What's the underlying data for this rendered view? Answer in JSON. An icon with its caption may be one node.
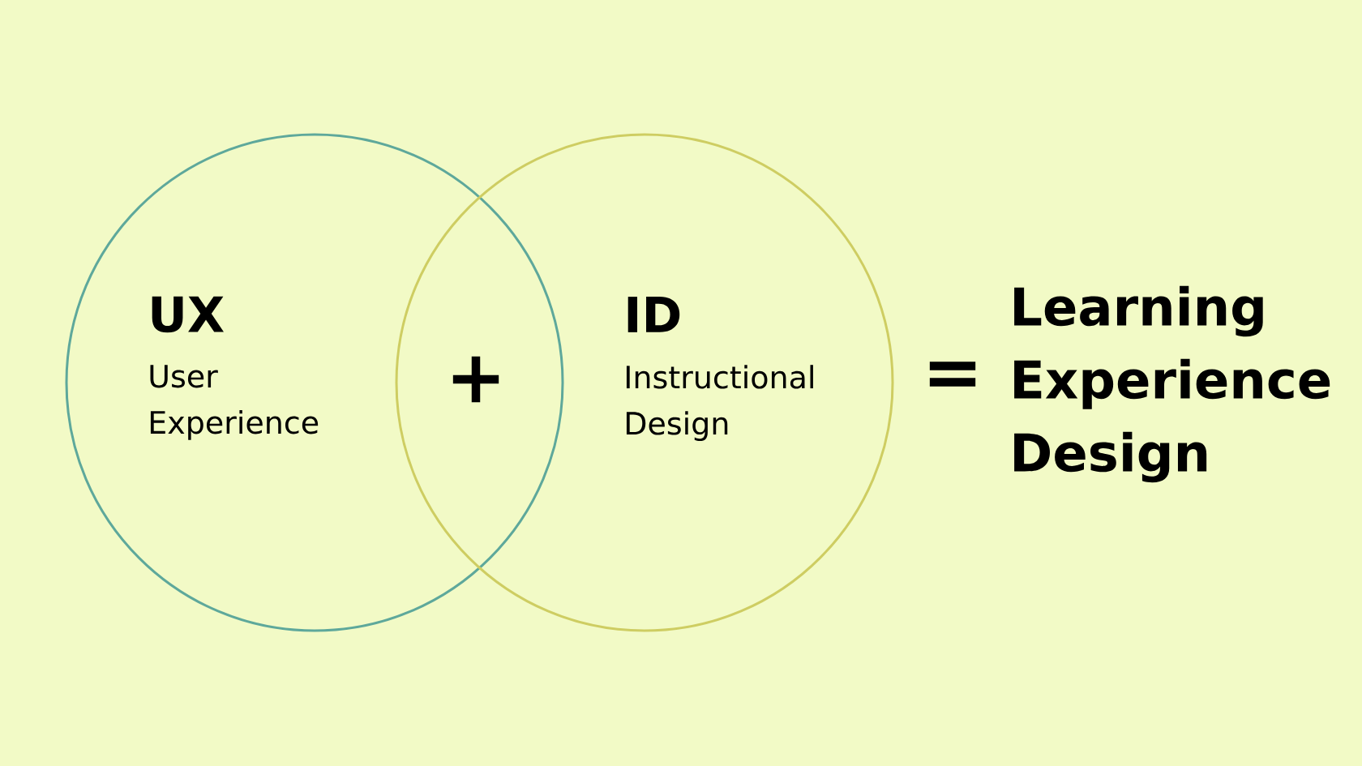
{
  "diagram": {
    "nodes": [
      {
        "text": [
          "UX",
          "User Experience"
        ]
      },
      {
        "text": [
          "ID",
          "Instructional Design"
        ]
      }
    ],
    "labels": [
      "+",
      "=",
      "Learning Experience Design"
    ]
  }
}
